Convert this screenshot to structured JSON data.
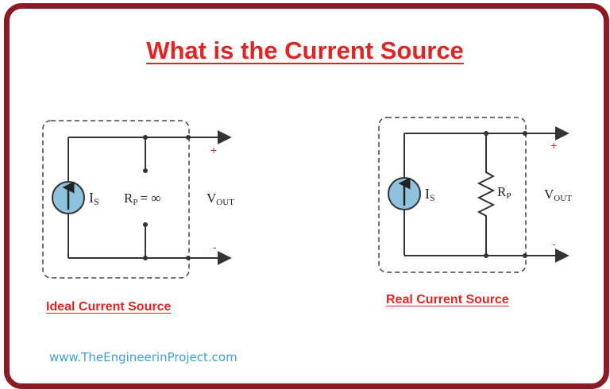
{
  "title": "What is the Current Source",
  "ideal": {
    "caption": "Ideal Current Source",
    "source_label": "I",
    "source_sub": "S",
    "resistor_label": "R",
    "resistor_sub": "P",
    "resistor_value": "= ∞",
    "output_label": "V",
    "output_sub": "OUT",
    "plus": "+",
    "minus": "-"
  },
  "real": {
    "caption": "Real Current Source",
    "source_label": "I",
    "source_sub": "S",
    "resistor_label": "R",
    "resistor_sub": "P",
    "output_label": "V",
    "output_sub": "OUT",
    "plus": "+",
    "minus": "-"
  },
  "website": "www.TheEngineerinProject.com",
  "colors": {
    "border": "#8b1a24",
    "accent_red": "#e02424",
    "source_fill": "#8ec3de",
    "link_blue": "#3da0d4"
  }
}
